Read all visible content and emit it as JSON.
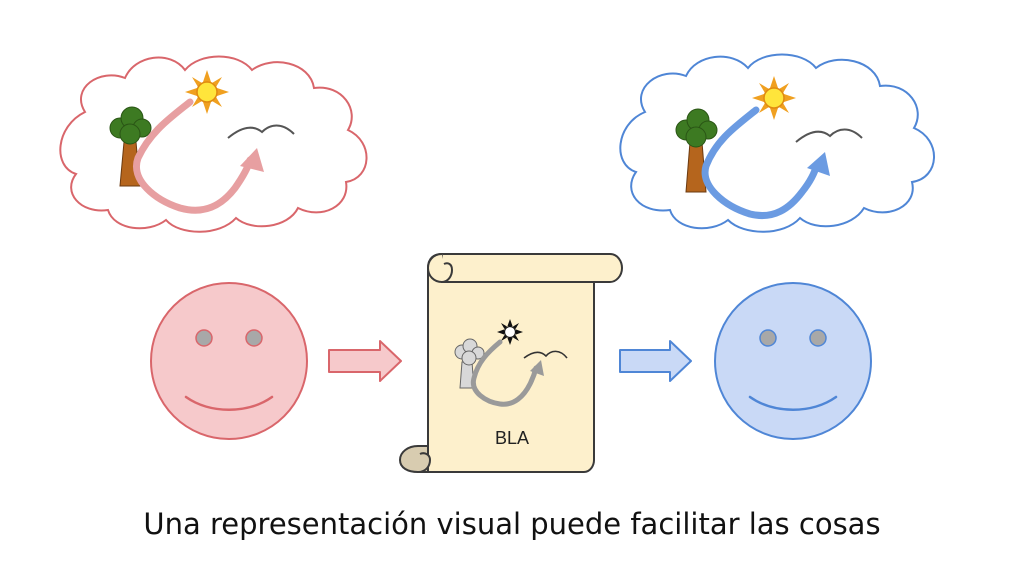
{
  "scroll": {
    "label": "BLA"
  },
  "caption": {
    "text": "Una representación visual puede facilitar las cosas"
  },
  "colors": {
    "sender_stroke": "#d9666b",
    "sender_fill": "#f6c9cb",
    "sender_arrow": "#e79fa1",
    "receiver_stroke": "#4f86d6",
    "receiver_fill": "#c9d9f6",
    "receiver_arrow": "#6b9be2",
    "parchment": "#fdf0cc",
    "parchment_stroke": "#3a3a3a",
    "sun_fill": "#ffe53b",
    "sun_rays": "#f0a020",
    "tree_leaves": "#3d7a22",
    "tree_trunk": "#b5651d",
    "eyes": "#a8a8a8",
    "grey_arrow": "#9a9a9a"
  },
  "icons": [
    "thought-cloud",
    "tree-icon",
    "sun-icon",
    "bird-icon",
    "curved-arrow",
    "smiley-face",
    "block-arrow",
    "scroll-icon"
  ]
}
